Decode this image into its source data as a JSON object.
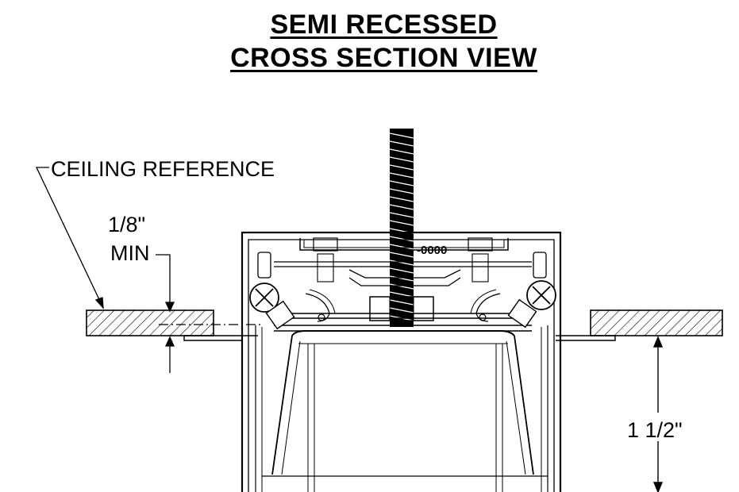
{
  "title": {
    "line1": "SEMI RECESSED",
    "line2": "CROSS SECTION VIEW"
  },
  "labels": {
    "ceiling_reference": "CEILING REFERENCE",
    "gap_value": "1/8\"",
    "gap_qualifier": "MIN",
    "depth": "1 1/2\"",
    "part_marking": "-0000"
  }
}
